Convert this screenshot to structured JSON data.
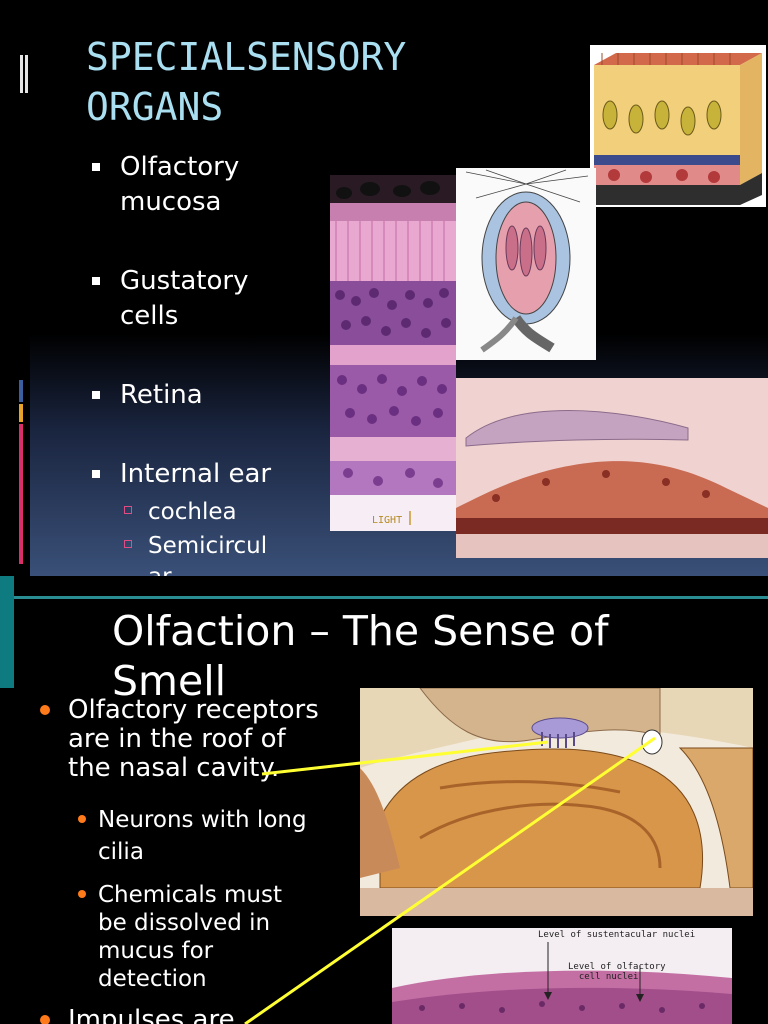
{
  "slide1": {
    "title_line1": "SPECIALSENSORY",
    "title_line2": "ORGANS",
    "bullets": [
      {
        "line1": "Olfactory",
        "line2": "mucosa"
      },
      {
        "line1": "Gustatory",
        "line2": "cells"
      },
      {
        "line1": "Retina",
        "line2": ""
      },
      {
        "line1": "Internal ear",
        "line2": ""
      }
    ],
    "sub_bullets": [
      "cochlea",
      "Semicircul",
      "ar"
    ],
    "retina_label": "LIGHT"
  },
  "slide2": {
    "title": "Olfaction – The Sense of Smell",
    "bullet1": [
      "Olfactory receptors",
      "are in the roof of",
      "the nasal cavity."
    ],
    "sub1": [
      "Neurons with long",
      "cilia"
    ],
    "sub2": [
      "Chemicals must",
      "be dissolved in",
      "mucus for",
      "detection"
    ],
    "bullet2": "Impulses are",
    "histo_label1": "Level of sustentacular nuclei",
    "histo_label2": "Level of olfactory\n  cell nuclei"
  },
  "colors": {
    "title1": "#a9dff0",
    "accent_teal": "#0e7b80",
    "bullet_orange": "#ff7a1a",
    "sub_bullet_pink": "#e04c84",
    "pointer_yellow": "#ffff33"
  }
}
